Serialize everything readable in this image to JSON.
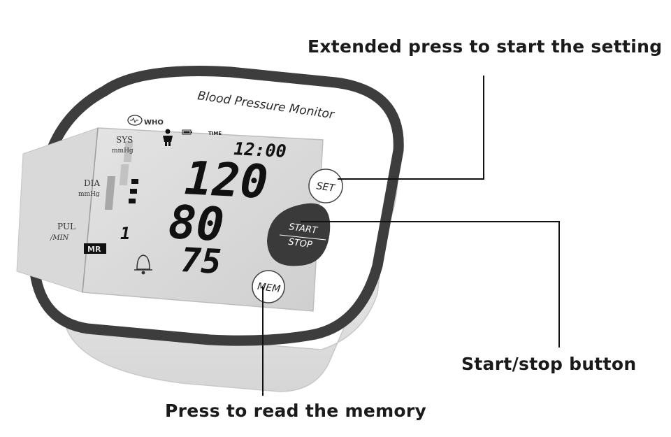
{
  "device": {
    "title": "Blood Pressure Monitor",
    "who_label": "WHO",
    "lcd": {
      "time_label": "TIME",
      "time": "12:00",
      "sys_label": "SYS",
      "sys_unit": "mmHg",
      "dia_label": "DIA",
      "dia_unit": "mmHg",
      "pul_label": "PUL",
      "pul_unit": "/MIN",
      "sys_value": "120",
      "dia_value": "80",
      "pulse_value": "75",
      "memory_digit": "1",
      "mr_label": "MR"
    },
    "buttons": {
      "set": "SET",
      "start_line1": "START",
      "start_line2": "STOP",
      "mem": "MEM"
    }
  },
  "callouts": {
    "setting": "Extended press to start the setting",
    "start_stop": "Start/stop button",
    "memory": "Press to read the memory"
  },
  "colors": {
    "bezel": "#3d3d3d",
    "lcd_background": "#dcdcdc",
    "lcd_digits": "#111111",
    "start_button": "#3a3a3a",
    "callout_text": "#1a1a1a"
  }
}
